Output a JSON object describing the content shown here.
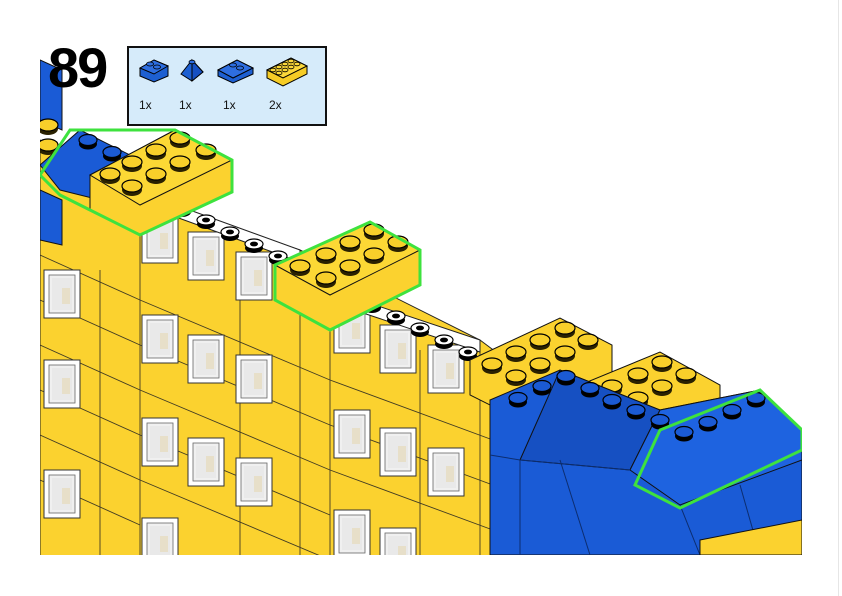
{
  "step": {
    "number": "89"
  },
  "parts": [
    {
      "name": "blue-slope-brick-icon",
      "qty": "1x",
      "color": "#1d5fd1"
    },
    {
      "name": "blue-pyramid-slope-icon",
      "qty": "1x",
      "color": "#1d5fd1"
    },
    {
      "name": "blue-long-slope-icon",
      "qty": "1x",
      "color": "#1d5fd1"
    },
    {
      "name": "yellow-2x4-brick-icon",
      "qty": "2x",
      "color": "#f6cc25"
    }
  ],
  "colors": {
    "brick_yellow": "#f9cf2c",
    "brick_blue": "#1a5bd6",
    "highlight_green": "#3ee23e",
    "parts_box_bg": "#d6ebfa",
    "window_frame": "#ffffff"
  }
}
